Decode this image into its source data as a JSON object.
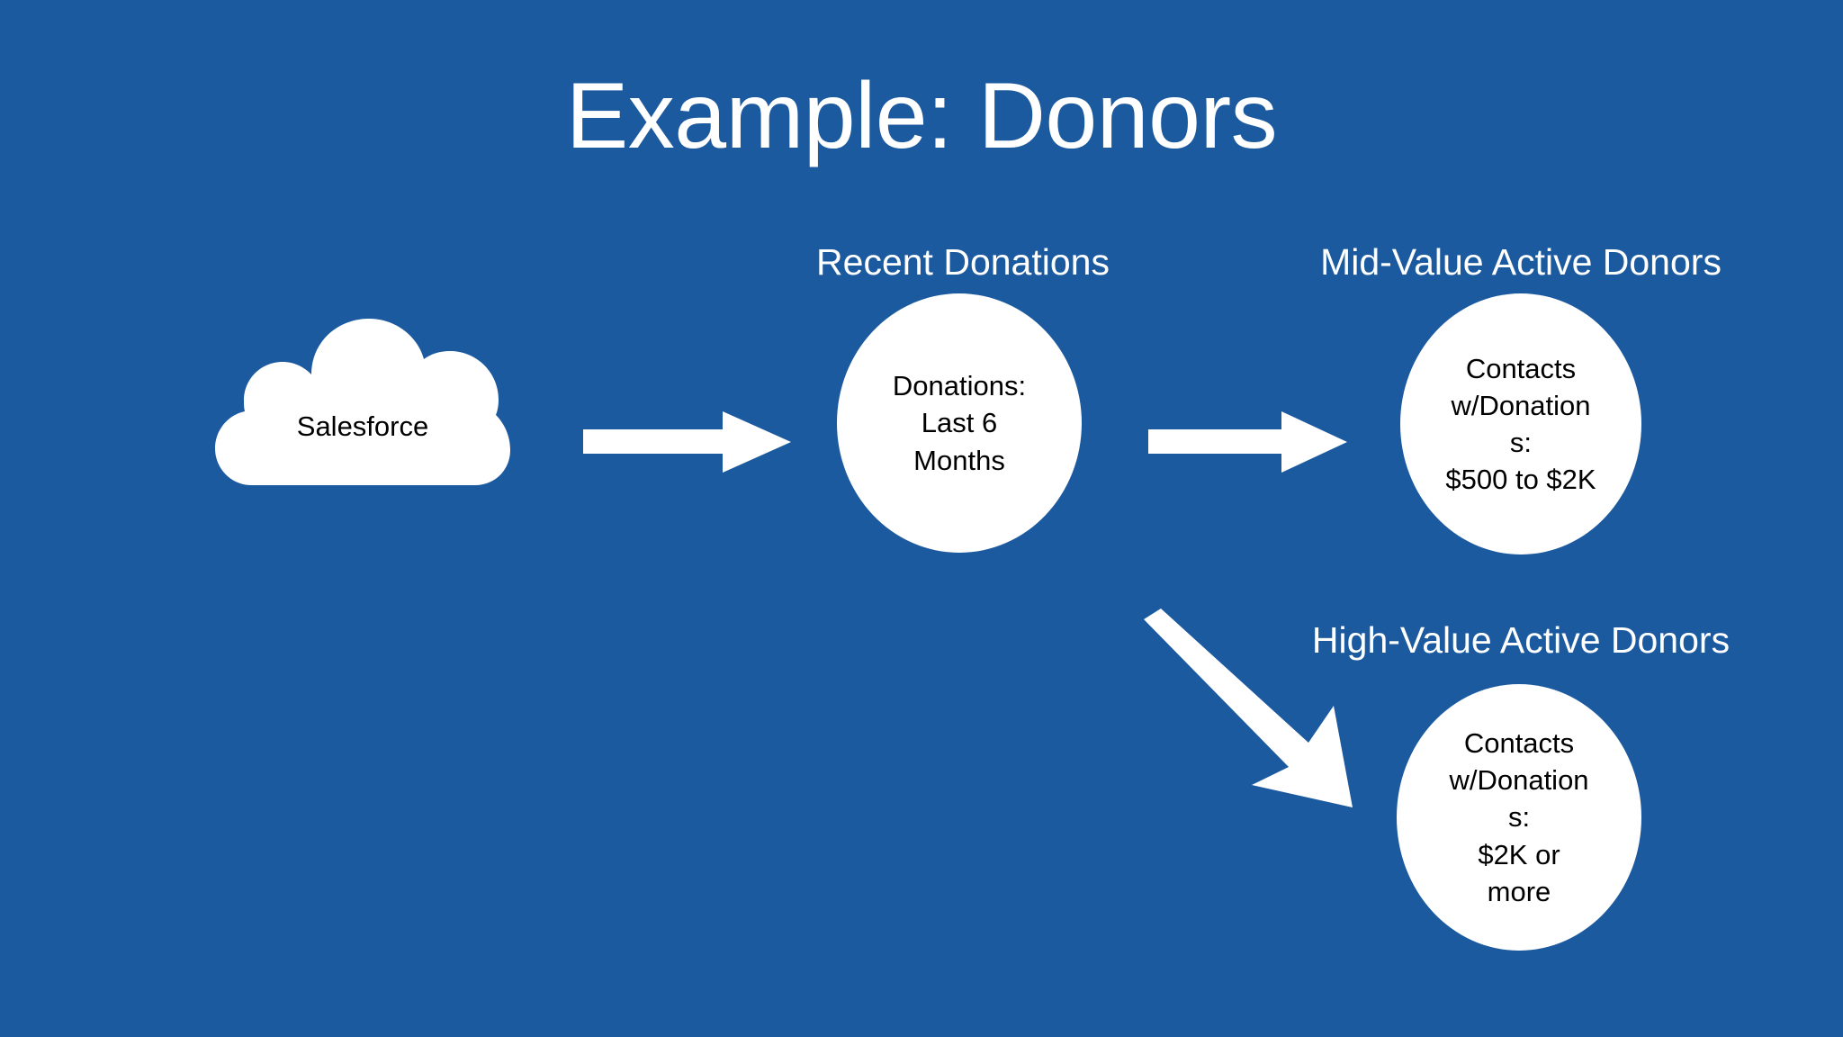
{
  "slide": {
    "title": "Example: Donors",
    "background_color": "#1c5aa0",
    "shape_fill_color": "#ffffff",
    "shape_text_color": "#000000",
    "caption_text_color": "#ffffff"
  },
  "source": {
    "label": "Salesforce",
    "icon": "cloud-icon"
  },
  "nodes": [
    {
      "caption": "Recent Donations",
      "text": "Donations:\nLast 6\nMonths"
    },
    {
      "caption": "Mid-Value Active Donors",
      "text": "Contacts\nw/Donation\ns:\n$500 to $2K"
    },
    {
      "caption": "High-Value Active Donors",
      "text": "Contacts\nw/Donation\ns:\n$2K or\nmore"
    }
  ],
  "arrows": [
    {
      "name": "salesforce-to-recent-donations",
      "direction": "right",
      "style": "block"
    },
    {
      "name": "recent-donations-to-mid-value",
      "direction": "right",
      "style": "block"
    },
    {
      "name": "recent-donations-to-high-value",
      "direction": "down-right",
      "style": "tapered"
    }
  ]
}
